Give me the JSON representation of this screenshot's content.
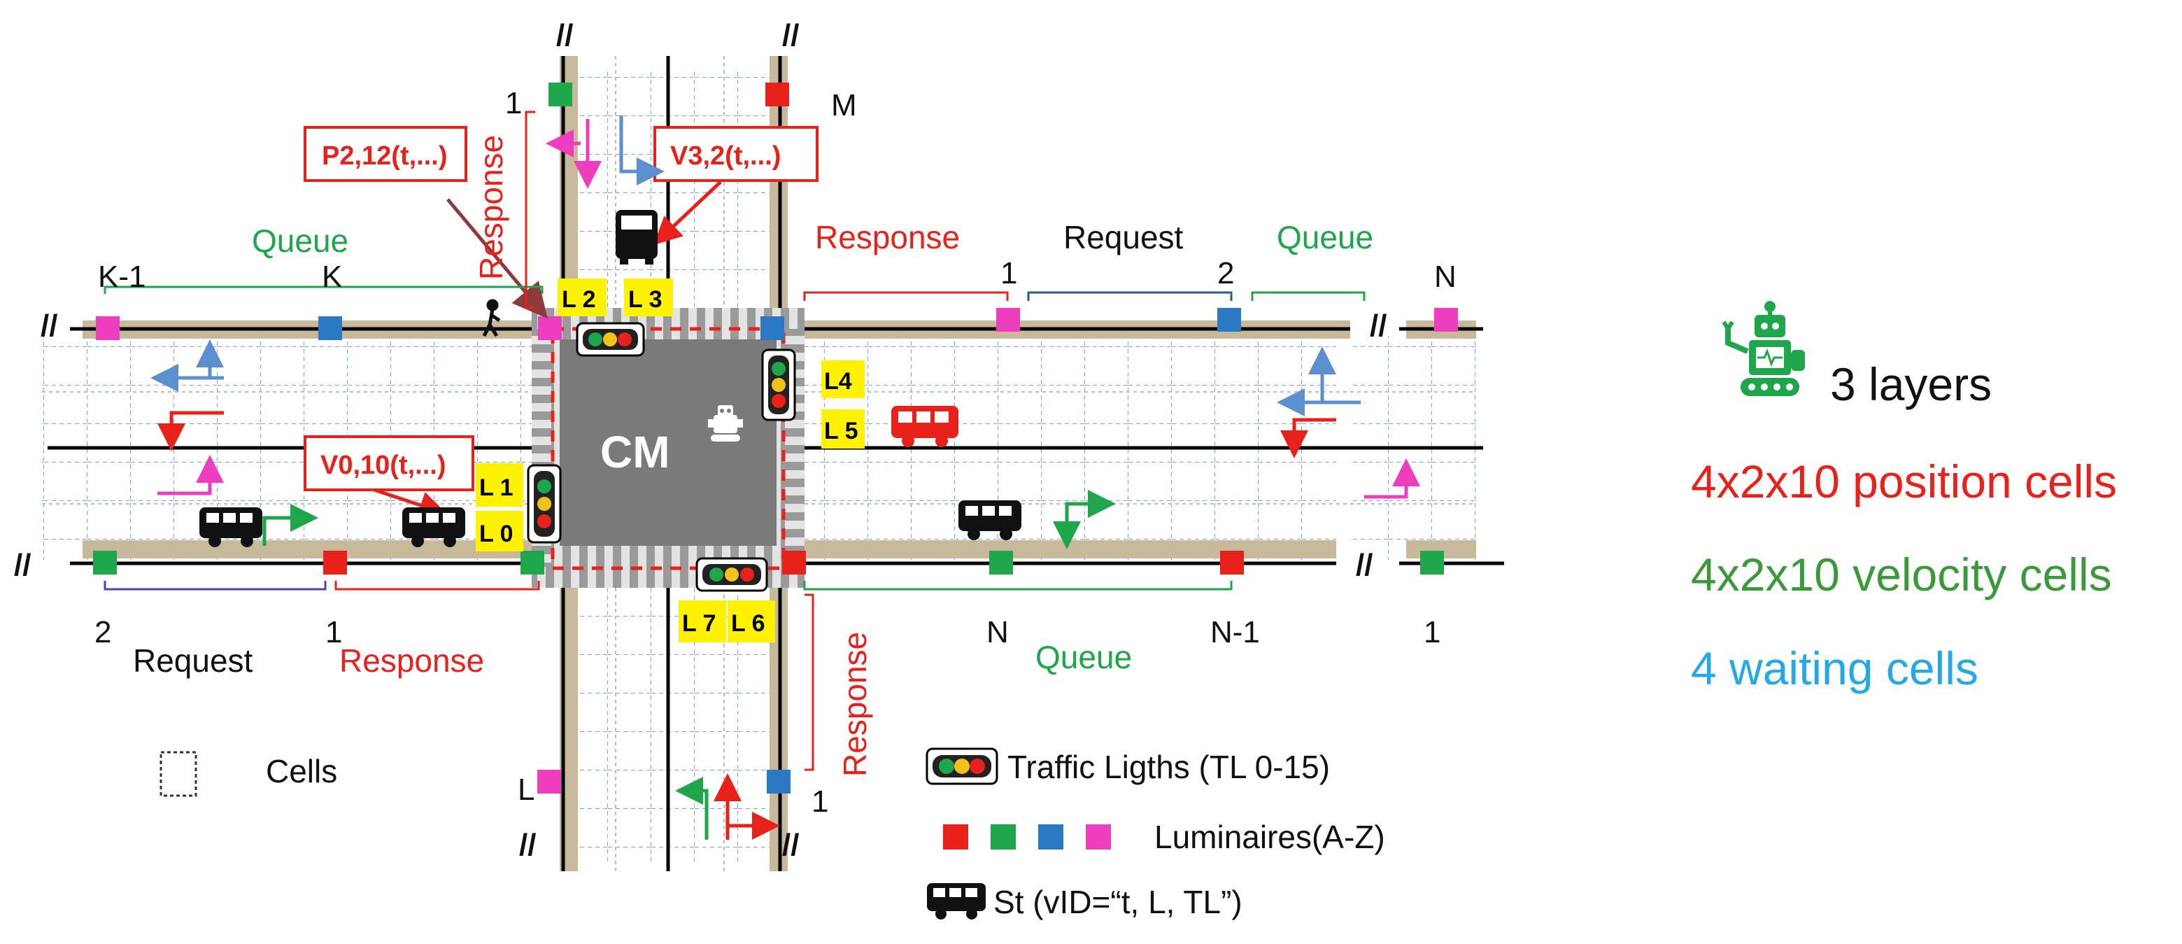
{
  "colors": {
    "red": "#e8211b",
    "green": "#1ea64a",
    "blue": "#2a79c2",
    "magenta": "#ee3ec0",
    "sky_blue": "#23a9e6",
    "sidewalk": "#c7b99a",
    "intersection": "#7a7a7a",
    "lane_label_bg": "#fff200",
    "arrow_blue": "#5b8fd0"
  },
  "icons": [
    "robot-icon",
    "bus-icon",
    "traffic-light-icon",
    "pedestrian-icon",
    "cell-icon",
    "luminaire-icon"
  ],
  "intersection": {
    "center_label": "CM",
    "lane_labels": [
      "L 2",
      "L 3",
      "L4",
      "L 5",
      "L 1",
      "L 0",
      "L 7",
      "L 6"
    ]
  },
  "callouts": {
    "p": "P2,12(t,...)",
    "v32": "V3,2(t,...)",
    "v010": "V0,10(t,...)"
  },
  "road_labels": {
    "k_minus_1": "K-1",
    "k": "K",
    "one_top_left": "1",
    "m": "M",
    "one_right_top": "1",
    "two_right_top": "2",
    "n_right_top": "N",
    "two_left_bottom": "2",
    "one_left_bottom": "1",
    "n_right_bottom": "N",
    "n_minus_1": "N-1",
    "one_right_bottom": "1",
    "l": "L",
    "one_bottom": "1",
    "slash": "//"
  },
  "annotations": {
    "queue_top_left": "Queue",
    "response_vertical_top": "Response",
    "response_top_right": "Response",
    "request_top_right": "Request",
    "queue_top_right": "Queue",
    "request_bottom_left": "Request",
    "response_bottom_left": "Response",
    "queue_bottom_right": "Queue",
    "response_vertical_bottom": "Response"
  },
  "legend": {
    "cells": "Cells",
    "traffic_lights": "Traffic Ligths (TL  0-15)",
    "luminaires": "Luminaires(A-Z)",
    "station": "St (vID=“t, L, TL”)"
  },
  "side_panel": {
    "layers": "3 layers",
    "position_cells": "4x2x10 position cells",
    "velocity_cells": "4x2x10 velocity cells",
    "waiting_cells": "4 waiting cells"
  }
}
